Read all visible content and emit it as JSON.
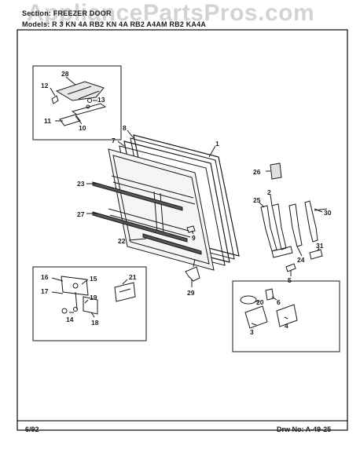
{
  "header": {
    "section": "Section: FREEZER DOOR",
    "models": "Models: R  3 KN 4A    RB2 KN 4A    RB2  A4AM    RB2 KA4A"
  },
  "watermark": "AppliancePartsPros.com",
  "footer": {
    "date": "6/92",
    "drawing": "Drw No:  A-49-25"
  },
  "colors": {
    "line": "#1a1a1a",
    "watermark": "#969696"
  },
  "callouts": [
    {
      "id": "28",
      "text": "28"
    },
    {
      "id": "12",
      "text": "12"
    },
    {
      "id": "13",
      "text": "13"
    },
    {
      "id": "11",
      "text": "11"
    },
    {
      "id": "10",
      "text": "10"
    },
    {
      "id": "8",
      "text": "8"
    },
    {
      "id": "7",
      "text": "7"
    },
    {
      "id": "1",
      "text": "1"
    },
    {
      "id": "26",
      "text": "26"
    },
    {
      "id": "23",
      "text": "23"
    },
    {
      "id": "2",
      "text": "2"
    },
    {
      "id": "25",
      "text": "25"
    },
    {
      "id": "30",
      "text": "30"
    },
    {
      "id": "27",
      "text": "27"
    },
    {
      "id": "9",
      "text": "9"
    },
    {
      "id": "22",
      "text": "22"
    },
    {
      "id": "31",
      "text": "31"
    },
    {
      "id": "24",
      "text": "24"
    },
    {
      "id": "5",
      "text": "5"
    },
    {
      "id": "29",
      "text": "29"
    },
    {
      "id": "16",
      "text": "16"
    },
    {
      "id": "15",
      "text": "15"
    },
    {
      "id": "21",
      "text": "21"
    },
    {
      "id": "17",
      "text": "17"
    },
    {
      "id": "19",
      "text": "19"
    },
    {
      "id": "14",
      "text": "14"
    },
    {
      "id": "18",
      "text": "18"
    },
    {
      "id": "20",
      "text": "20"
    },
    {
      "id": "6",
      "text": "6"
    },
    {
      "id": "3",
      "text": "3"
    },
    {
      "id": "4",
      "text": "4"
    }
  ]
}
